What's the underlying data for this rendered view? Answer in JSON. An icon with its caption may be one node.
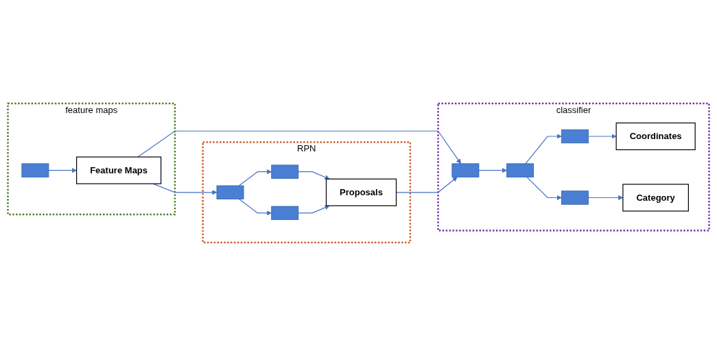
{
  "diagram": {
    "nodes": [
      {
        "text": [
          "feature maps"
        ]
      },
      {
        "text": [],
        "shape": "box",
        "in": 0
      },
      {
        "text": [
          "Feature Maps"
        ],
        "in": 0
      },
      {
        "text": [
          "classifier"
        ]
      },
      {
        "text": [],
        "shape": "box",
        "in": 3
      },
      {
        "text": [],
        "shape": "box",
        "in": 3
      },
      {
        "text": [],
        "shape": "box",
        "in": 3
      },
      {
        "text": [],
        "shape": "box",
        "in": 3
      },
      {
        "text": [
          "Coordinates"
        ],
        "in": 3
      },
      {
        "text": [
          "Category"
        ],
        "in": 3
      },
      {
        "text": [
          "RPN"
        ]
      },
      {
        "text": [],
        "shape": "box",
        "in": 10
      },
      {
        "text": [],
        "shape": "box",
        "in": 10
      },
      {
        "text": [],
        "shape": "box",
        "in": 10
      },
      {
        "text": [
          "Proposals"
        ],
        "in": 10
      }
    ],
    "edges": [
      {
        "from": 1,
        "to": 2,
        "arrow": "to"
      },
      {
        "from": 2,
        "to": 4,
        "arrow": "to"
      },
      {
        "from": 2,
        "to": 11,
        "arrow": "to"
      },
      {
        "from": 11,
        "to": 12,
        "arrow": "to"
      },
      {
        "from": 11,
        "to": 13,
        "arrow": "to"
      },
      {
        "from": 12,
        "to": 14,
        "arrow": "to"
      },
      {
        "from": 13,
        "to": 14,
        "arrow": "to"
      },
      {
        "from": 14,
        "to": 4,
        "arrow": "to"
      },
      {
        "from": 4,
        "to": 5,
        "arrow": "to"
      },
      {
        "from": 5,
        "to": 6,
        "arrow": "to"
      },
      {
        "from": 5,
        "to": 7,
        "arrow": "to"
      },
      {
        "from": 6,
        "to": 8,
        "arrow": "to"
      },
      {
        "from": 7,
        "to": 9,
        "arrow": "to"
      }
    ]
  }
}
